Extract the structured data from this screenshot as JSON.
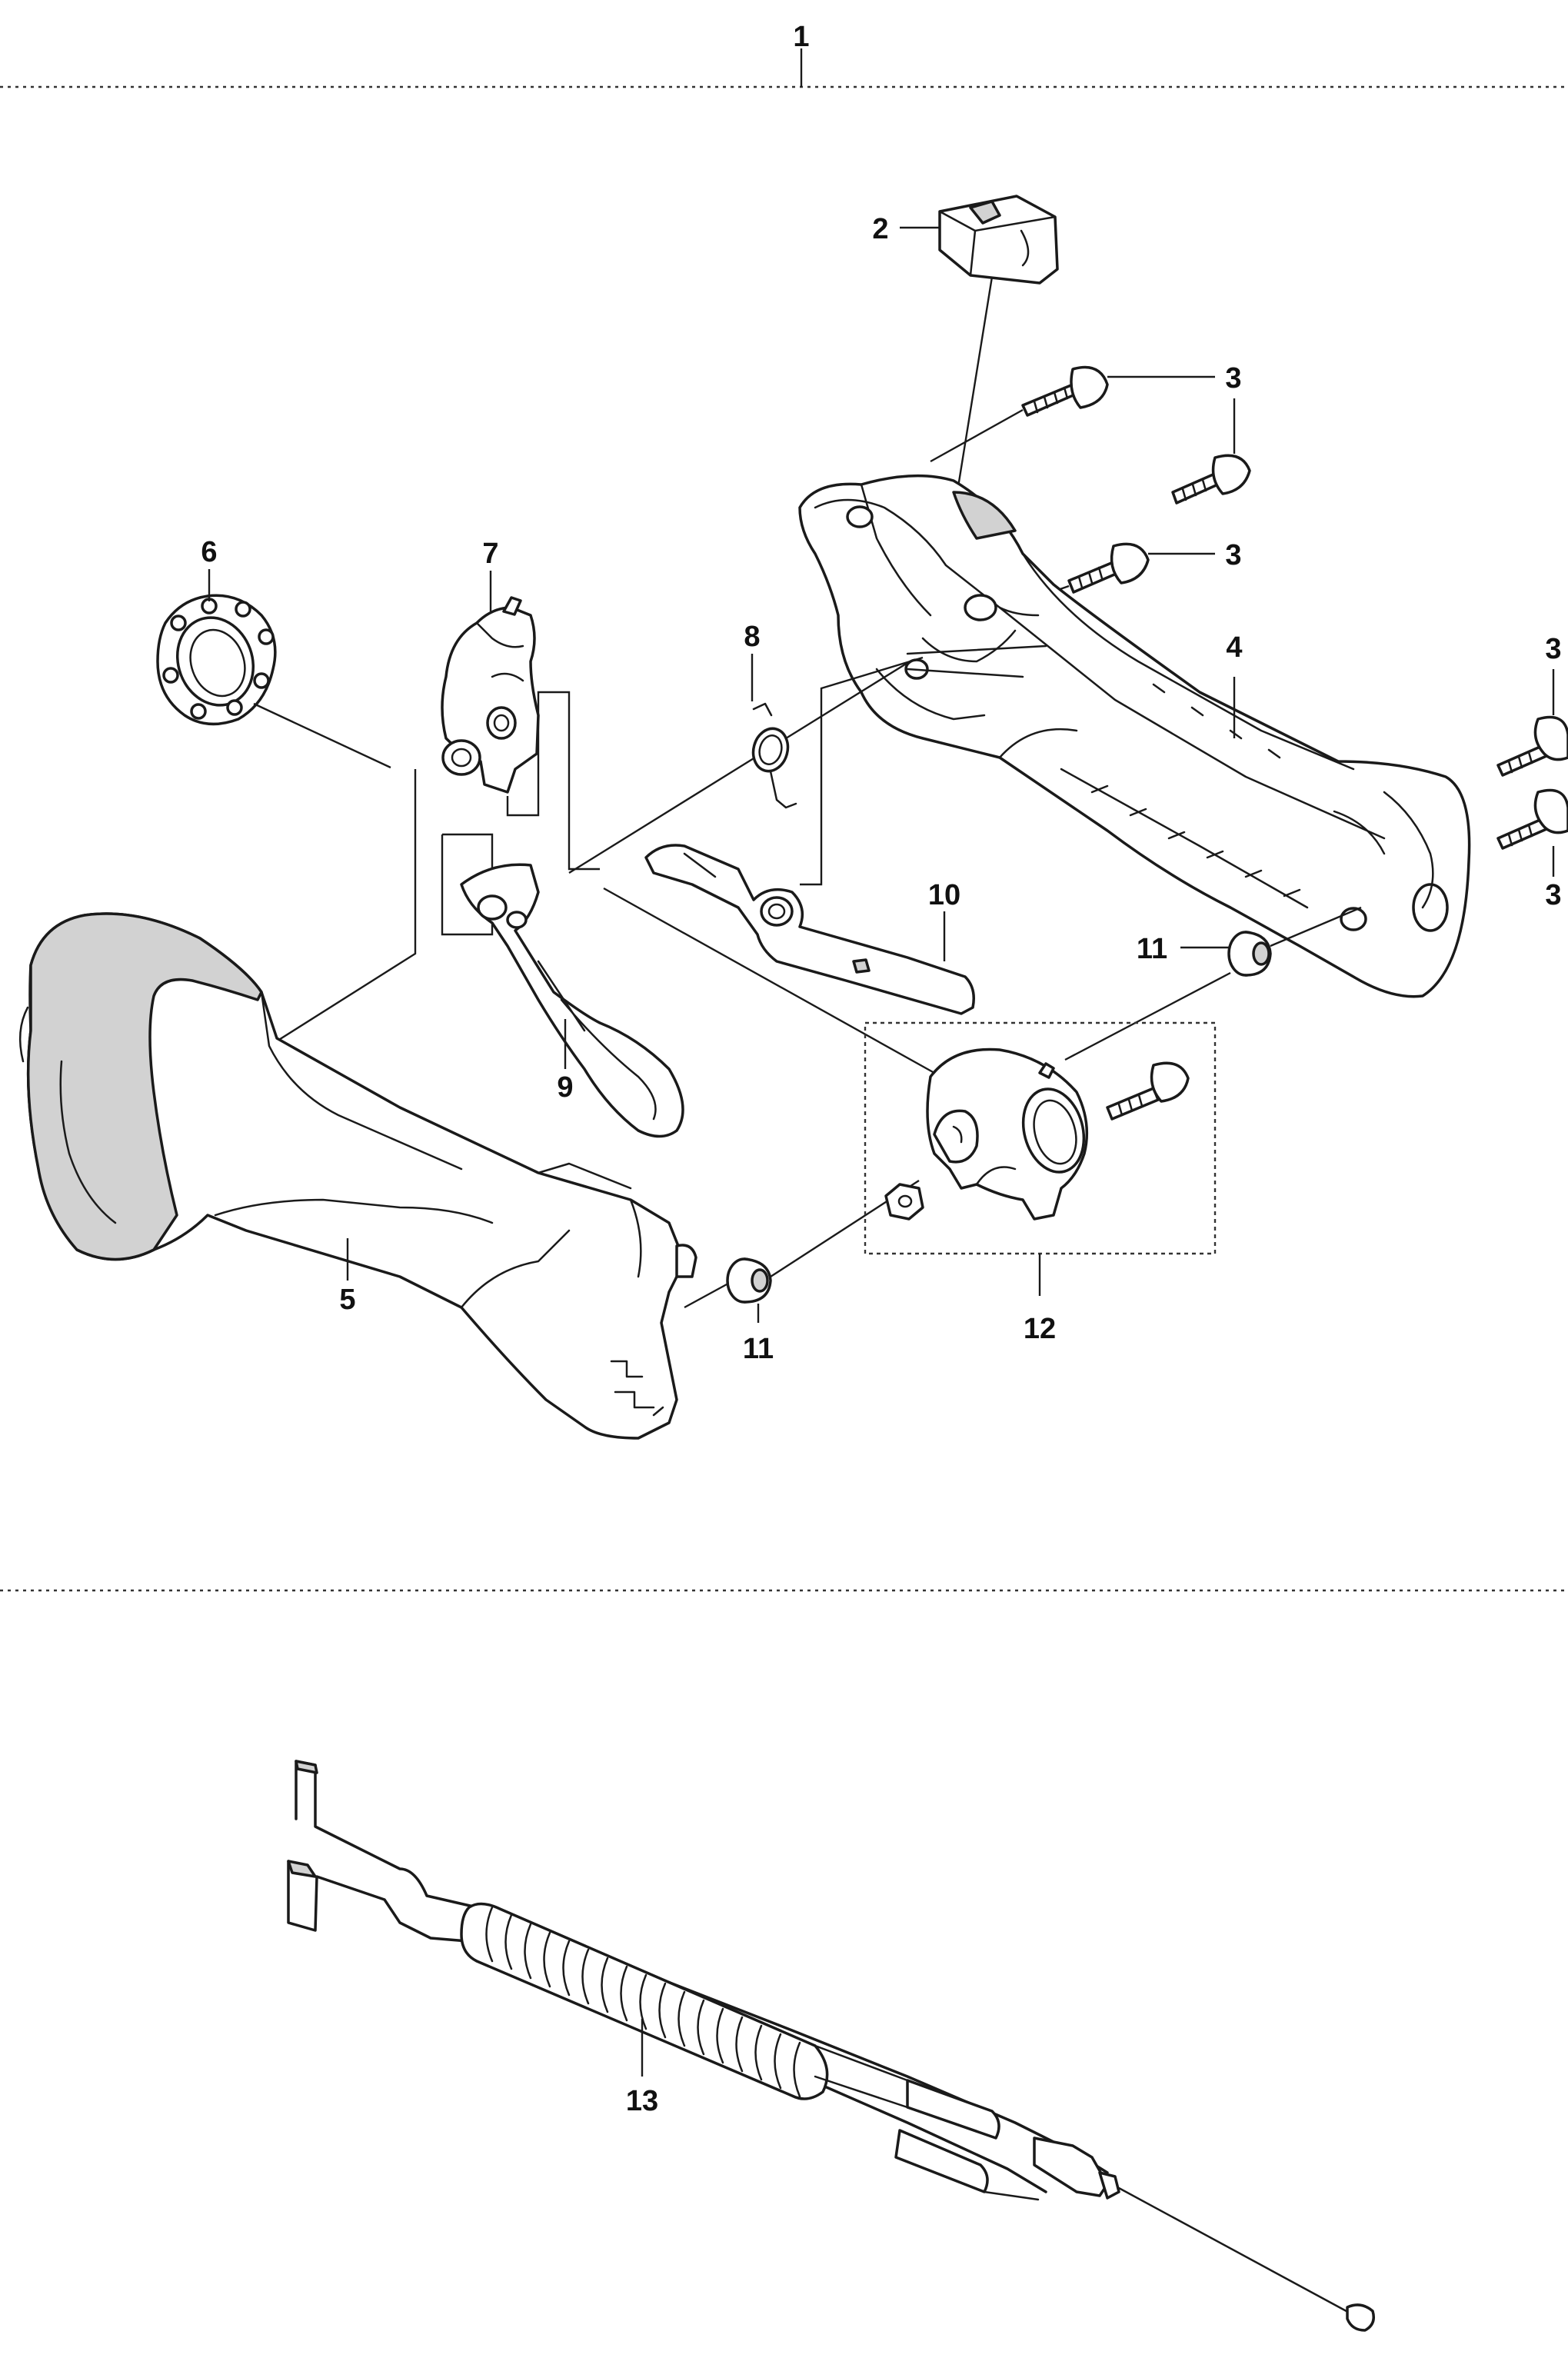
{
  "diagram": {
    "callouts": {
      "c1": "1",
      "c2": "2",
      "c3a": "3",
      "c3b": "3",
      "c3c": "3",
      "c3d": "3",
      "c4": "4",
      "c5": "5",
      "c6": "6",
      "c7": "7",
      "c8": "8",
      "c9": "9",
      "c10": "10",
      "c11a": "11",
      "c11b": "11",
      "c12": "12",
      "c13": "13"
    }
  }
}
